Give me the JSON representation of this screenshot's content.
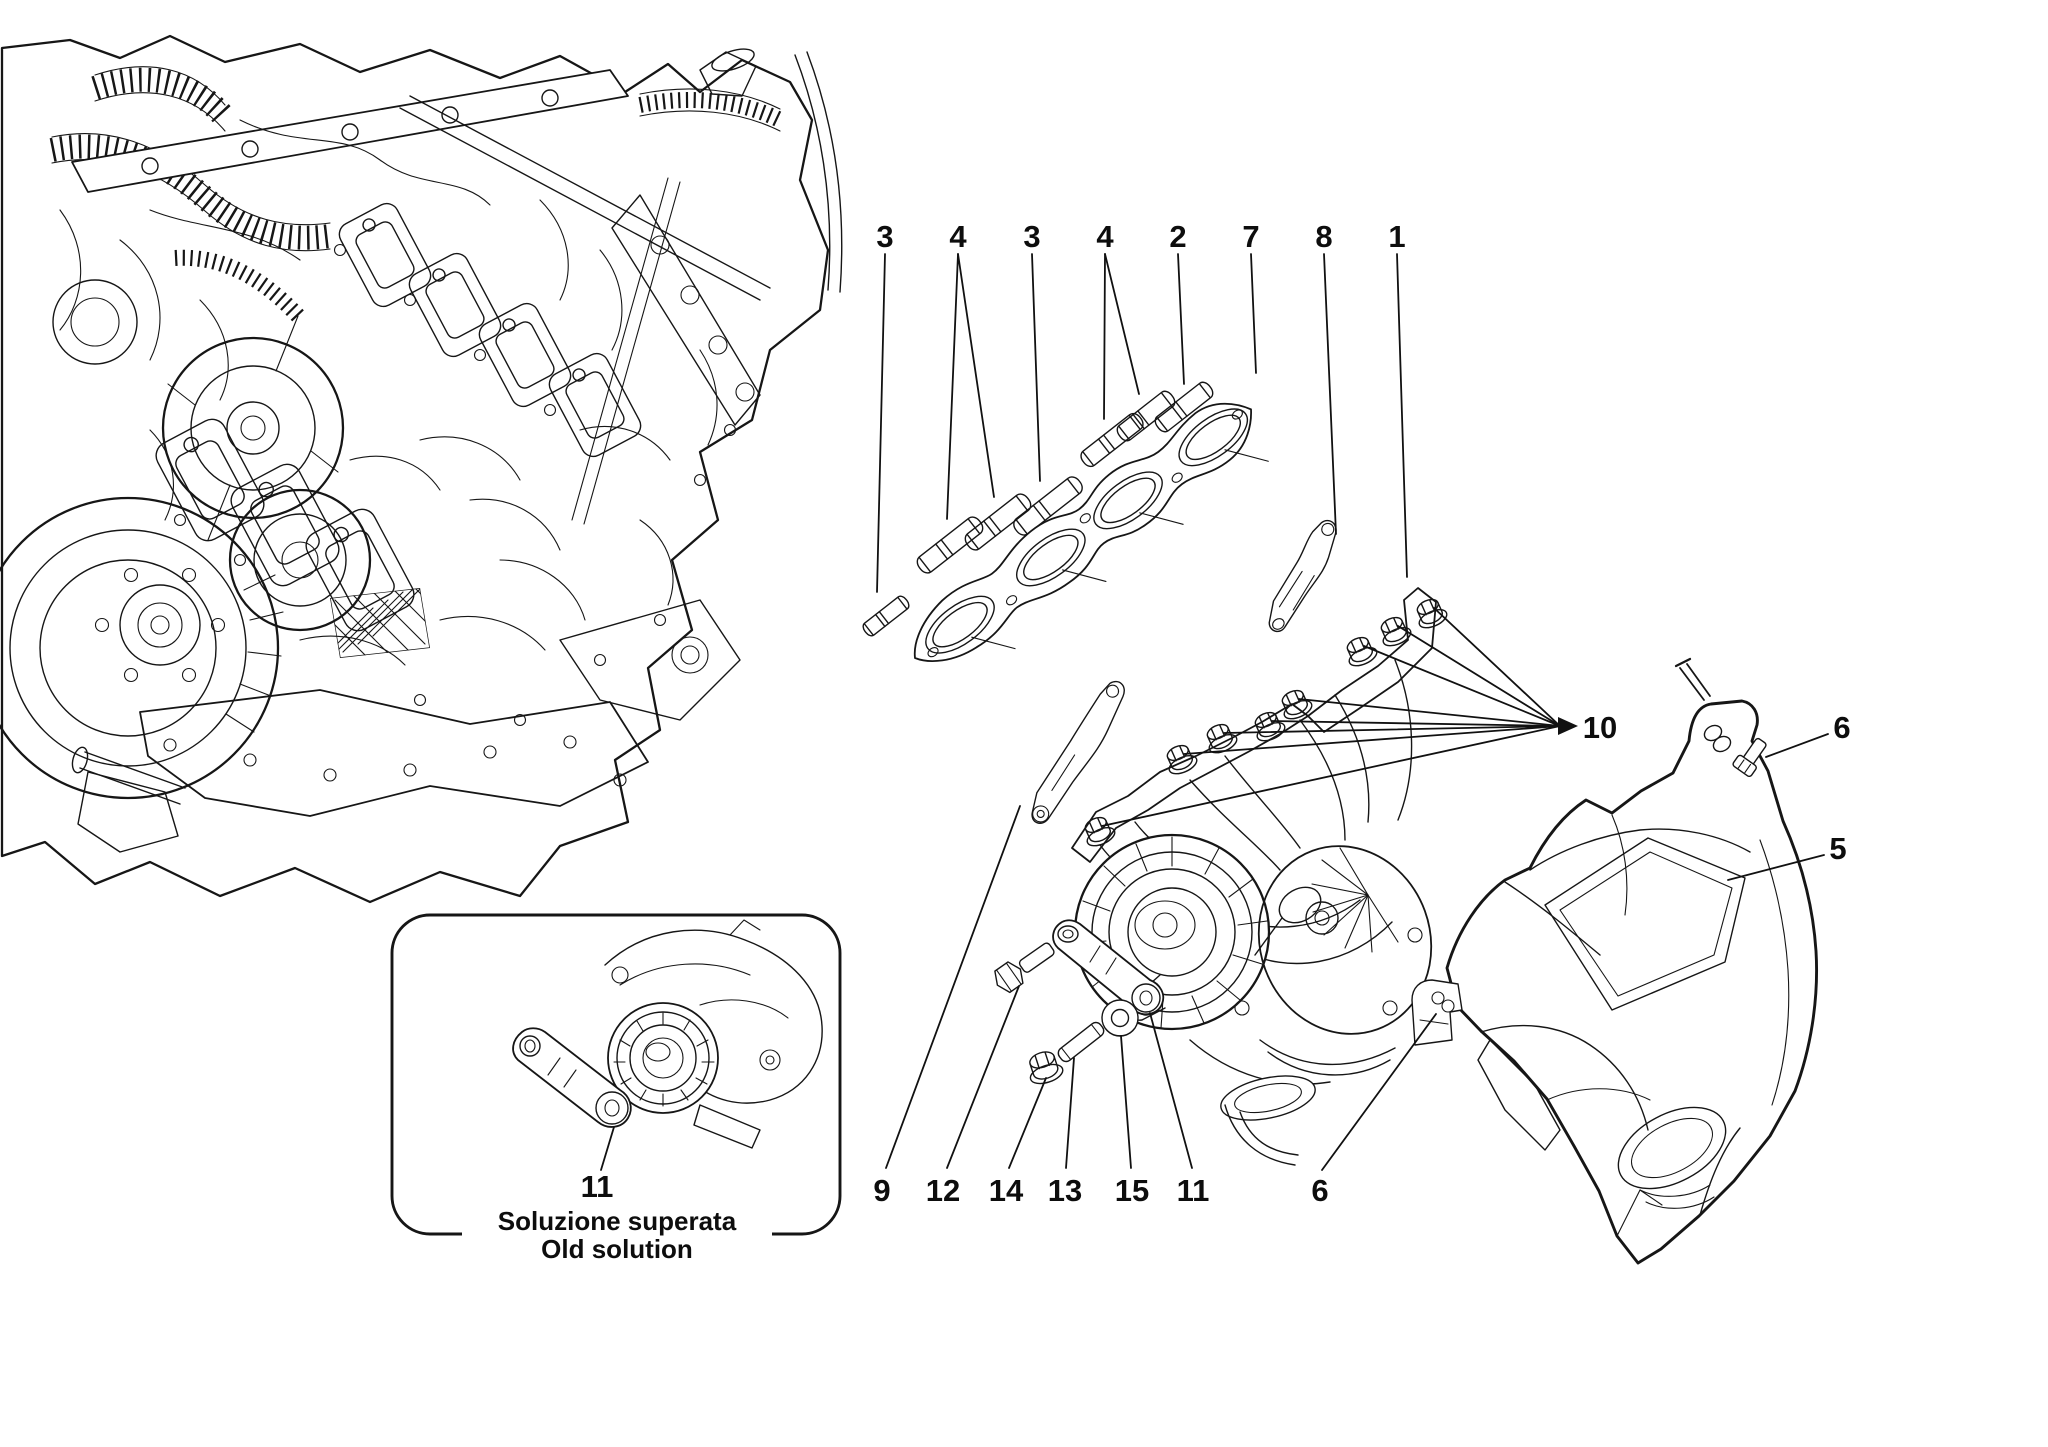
{
  "figure": {
    "type": "exploded-parts-diagram",
    "colors": {
      "background": "#ffffff",
      "line": "#161616",
      "label": "#0d0d0d"
    }
  },
  "callouts": {
    "top": [
      {
        "label": "3"
      },
      {
        "label": "4"
      },
      {
        "label": "3"
      },
      {
        "label": "4"
      },
      {
        "label": "2"
      },
      {
        "label": "7"
      },
      {
        "label": "8"
      },
      {
        "label": "1"
      }
    ],
    "right": [
      {
        "label": "10"
      },
      {
        "label": "6"
      },
      {
        "label": "5"
      }
    ],
    "bottom": [
      {
        "label": "9"
      },
      {
        "label": "12"
      },
      {
        "label": "14"
      },
      {
        "label": "13"
      },
      {
        "label": "15"
      },
      {
        "label": "11"
      },
      {
        "label": "6"
      }
    ]
  },
  "inset": {
    "label": "11",
    "caption_line1": "Soluzione superata",
    "caption_line2": "Old solution"
  }
}
